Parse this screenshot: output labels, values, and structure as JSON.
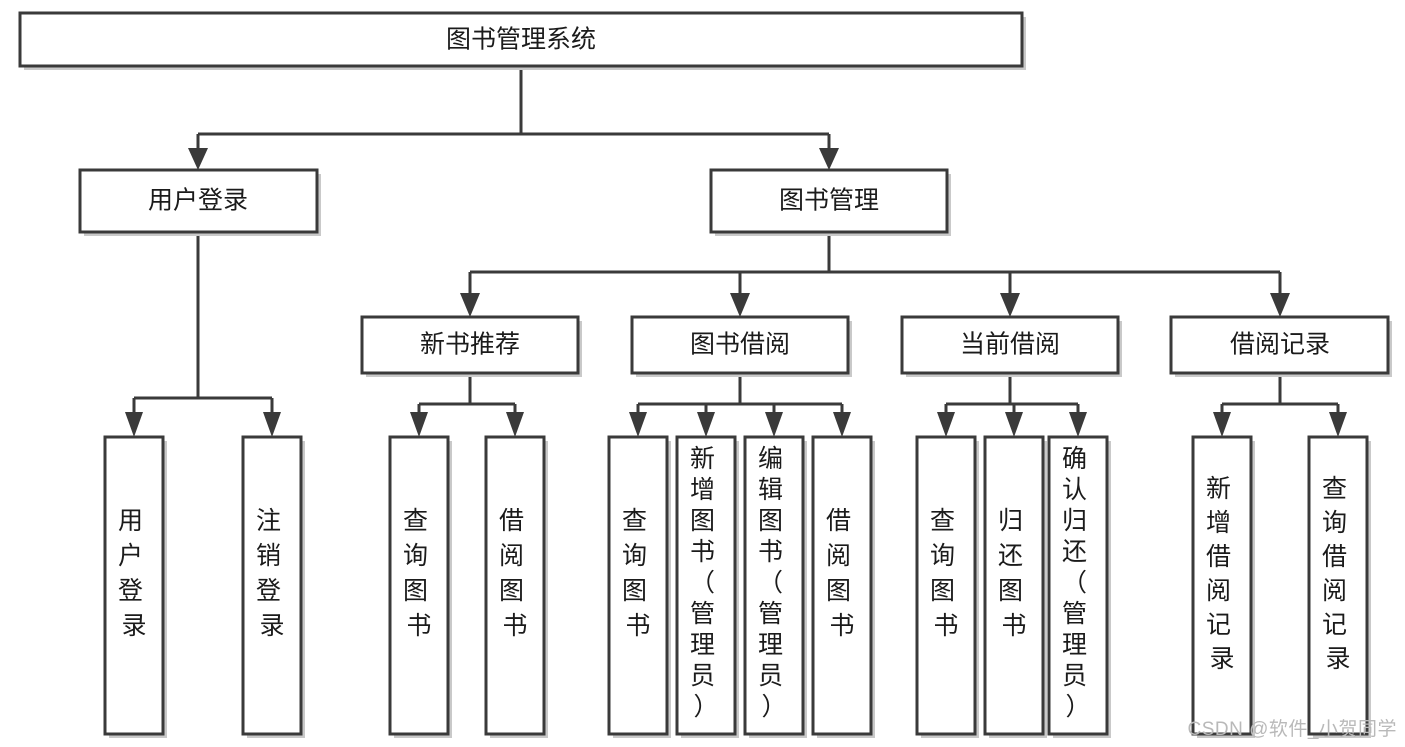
{
  "diagram": {
    "type": "tree-hierarchy",
    "orientation": "top-down",
    "root": {
      "id": "root",
      "label": "图书管理系统",
      "text_direction": "horizontal"
    },
    "level2": [
      {
        "id": "user-login",
        "label": "用户登录",
        "text_direction": "horizontal"
      },
      {
        "id": "book-management",
        "label": "图书管理",
        "text_direction": "horizontal"
      }
    ],
    "level3": [
      {
        "id": "new-book-recommend",
        "label": "新书推荐",
        "parent": "book-management",
        "text_direction": "horizontal"
      },
      {
        "id": "book-borrow",
        "label": "图书借阅",
        "parent": "book-management",
        "text_direction": "horizontal"
      },
      {
        "id": "current-borrow",
        "label": "当前借阅",
        "parent": "book-management",
        "text_direction": "horizontal"
      },
      {
        "id": "borrow-record",
        "label": "借阅记录",
        "parent": "book-management",
        "text_direction": "horizontal"
      }
    ],
    "leaves": [
      {
        "id": "leaf-user-login",
        "parent": "user-login",
        "text_direction": "vertical",
        "lines": [
          "用",
          "户",
          "登",
          "录"
        ],
        "label": "用户登录"
      },
      {
        "id": "leaf-logout-login",
        "parent": "user-login",
        "text_direction": "vertical",
        "lines": [
          "注",
          "销",
          "登",
          "录"
        ],
        "label": "注销登录"
      },
      {
        "id": "leaf-query-book-1",
        "parent": "new-book-recommend",
        "text_direction": "vertical",
        "lines": [
          "查",
          "询",
          "图",
          "书"
        ],
        "label": "查询图书"
      },
      {
        "id": "leaf-borrow-book-1",
        "parent": "new-book-recommend",
        "text_direction": "vertical",
        "lines": [
          "借",
          "阅",
          "图",
          "书"
        ],
        "label": "借阅图书"
      },
      {
        "id": "leaf-query-book-2",
        "parent": "book-borrow",
        "text_direction": "vertical",
        "lines": [
          "查",
          "询",
          "图",
          "书"
        ],
        "label": "查询图书"
      },
      {
        "id": "leaf-add-book",
        "parent": "book-borrow",
        "text_direction": "vertical",
        "lines": [
          "新",
          "增",
          "图",
          "书",
          "（",
          "管",
          "理",
          "员",
          "）"
        ],
        "label": "新增图书（管理员）"
      },
      {
        "id": "leaf-edit-book",
        "parent": "book-borrow",
        "text_direction": "vertical",
        "lines": [
          "编",
          "辑",
          "图",
          "书",
          "（",
          "管",
          "理",
          "员",
          "）"
        ],
        "label": "编辑图书（管理员）"
      },
      {
        "id": "leaf-borrow-book-2",
        "parent": "book-borrow",
        "text_direction": "vertical",
        "lines": [
          "借",
          "阅",
          "图",
          "书"
        ],
        "label": "借阅图书"
      },
      {
        "id": "leaf-query-book-3",
        "parent": "current-borrow",
        "text_direction": "vertical",
        "lines": [
          "查",
          "询",
          "图",
          "书"
        ],
        "label": "查询图书"
      },
      {
        "id": "leaf-return-book",
        "parent": "current-borrow",
        "text_direction": "vertical",
        "lines": [
          "归",
          "还",
          "图",
          "书"
        ],
        "label": "归还图书"
      },
      {
        "id": "leaf-confirm-return",
        "parent": "current-borrow",
        "text_direction": "vertical",
        "lines": [
          "确",
          "认",
          "归",
          "还",
          "（",
          "管",
          "理",
          "员",
          "）"
        ],
        "label": "确认归还（管理员）"
      },
      {
        "id": "leaf-add-borrow-record",
        "parent": "borrow-record",
        "text_direction": "vertical",
        "lines": [
          "新",
          "增",
          "借",
          "阅",
          "记",
          "录"
        ],
        "label": "新增借阅记录"
      },
      {
        "id": "leaf-query-borrow-record",
        "parent": "borrow-record",
        "text_direction": "vertical",
        "lines": [
          "查",
          "询",
          "借",
          "阅",
          "记",
          "录"
        ],
        "label": "查询借阅记录"
      }
    ],
    "colors": {
      "box_fill": "#ffffff",
      "box_stroke": "#3a3a3a",
      "text": "#1b1b1b",
      "connector": "#3a3a3a",
      "background": "#ffffff",
      "watermark": "#b9b9b9"
    }
  },
  "watermark": {
    "text": "CSDN @软件_小贺同学"
  }
}
